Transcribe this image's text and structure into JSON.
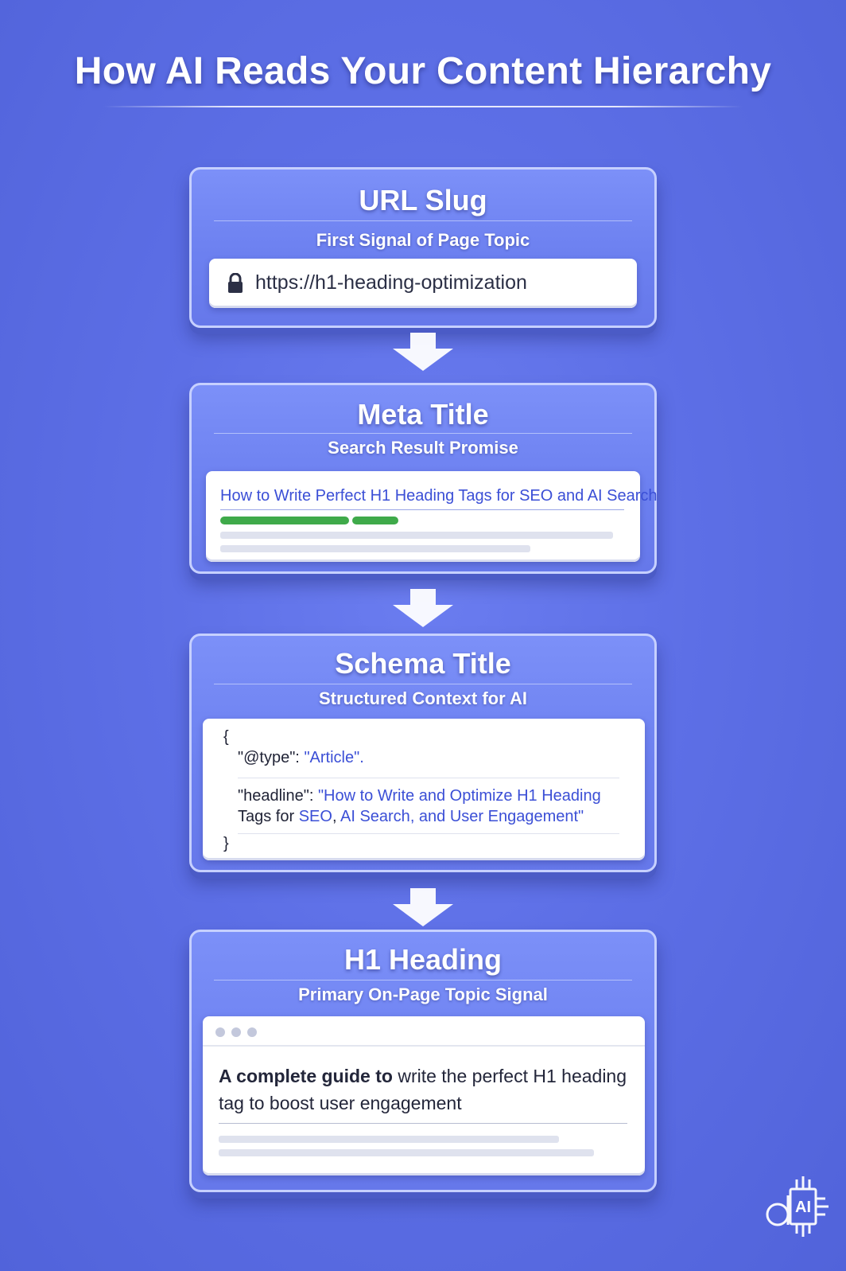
{
  "title": "How AI Reads Your Content Hierarchy",
  "cards": {
    "url": {
      "title": "URL Slug",
      "subtitle": "First Signal of Page Topic",
      "url_text": "https://h1-heading-optimization",
      "icon": "lock-icon"
    },
    "meta": {
      "title": "Meta Title",
      "subtitle": "Search Result Promise",
      "link_text": "How to Write Perfect H1 Heading Tags for SEO and AI Search",
      "accent_color": "#3b4fd6",
      "bar_color": "#3faa4a"
    },
    "schema": {
      "title": "Schema Title",
      "subtitle": "Structured Context for AI",
      "open_brace": "{",
      "type_key": "\"@type\":",
      "type_value": "\"Article\".",
      "headline_key": "\"headline\":",
      "headline_value_line1": "\"How to Write and Optimize H1 Heading",
      "line2_prefix": "Tags for",
      "line2_seo": "SEO",
      "line2_comma": ",",
      "line2_ai": "AI Search",
      "line2_end": ", and User Engagement\"",
      "close_brace": "}"
    },
    "h1": {
      "title": "H1 Heading",
      "subtitle": "Primary On-Page Topic Signal",
      "text_bold": "A complete guide to",
      "text_rest": " write the perfect H1 heading tag to boost user engagement"
    }
  },
  "brand": {
    "text": "AI"
  },
  "colors": {
    "background": "#5d6fe6",
    "card": "#6c80f0",
    "link_blue": "#3b4fd6"
  }
}
